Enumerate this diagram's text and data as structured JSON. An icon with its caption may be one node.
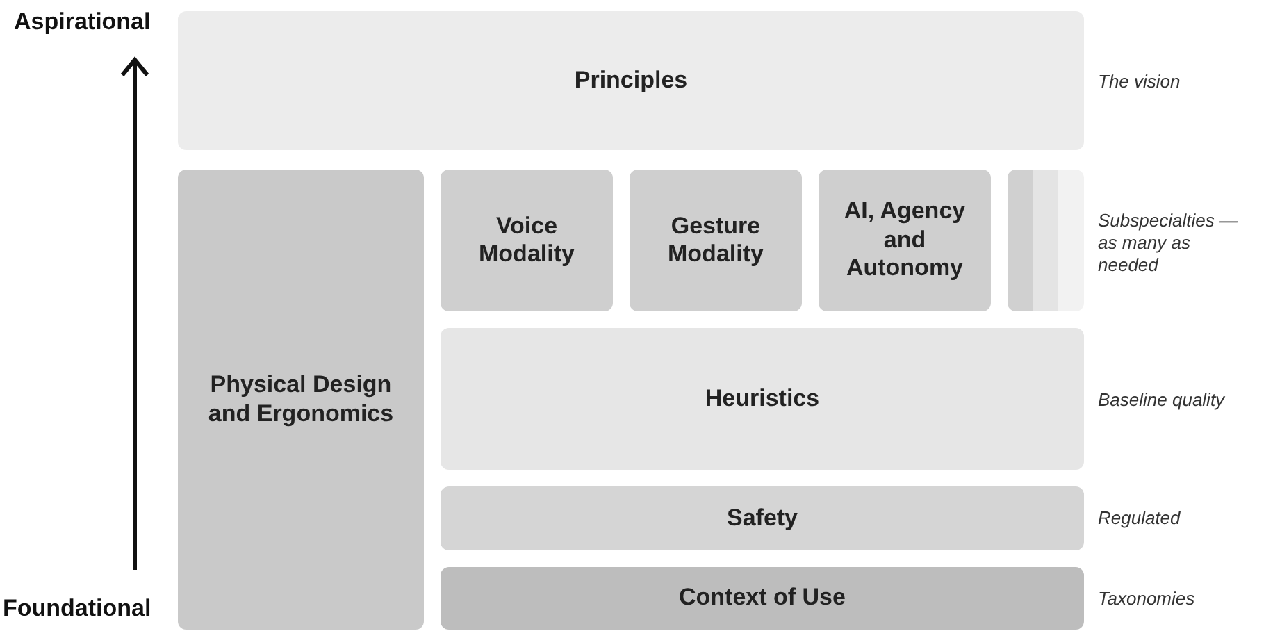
{
  "diagram": {
    "nodes": [
      {
        "text": [
          "Principles"
        ],
        "beside": [
          "The vision"
        ]
      },
      {
        "text": [
          "Physical Design and Ergonomics"
        ]
      },
      {
        "text": [
          "Voice Modality"
        ]
      },
      {
        "text": [
          "Gesture Modality"
        ]
      },
      {
        "text": [
          "AI, Agency and Autonomy"
        ]
      },
      {
        "text": [],
        "shape": "box",
        "beside": [
          "Subspecialties — as many as needed"
        ]
      },
      {
        "text": [
          "Heuristics"
        ],
        "beside": [
          "Baseline quality"
        ]
      },
      {
        "text": [
          "Safety"
        ],
        "beside": [
          "Regulated"
        ]
      },
      {
        "text": [
          "Context of Use"
        ],
        "beside": [
          "Taxonomies"
        ]
      }
    ],
    "labels": [
      "Aspirational",
      "Foundational"
    ]
  }
}
